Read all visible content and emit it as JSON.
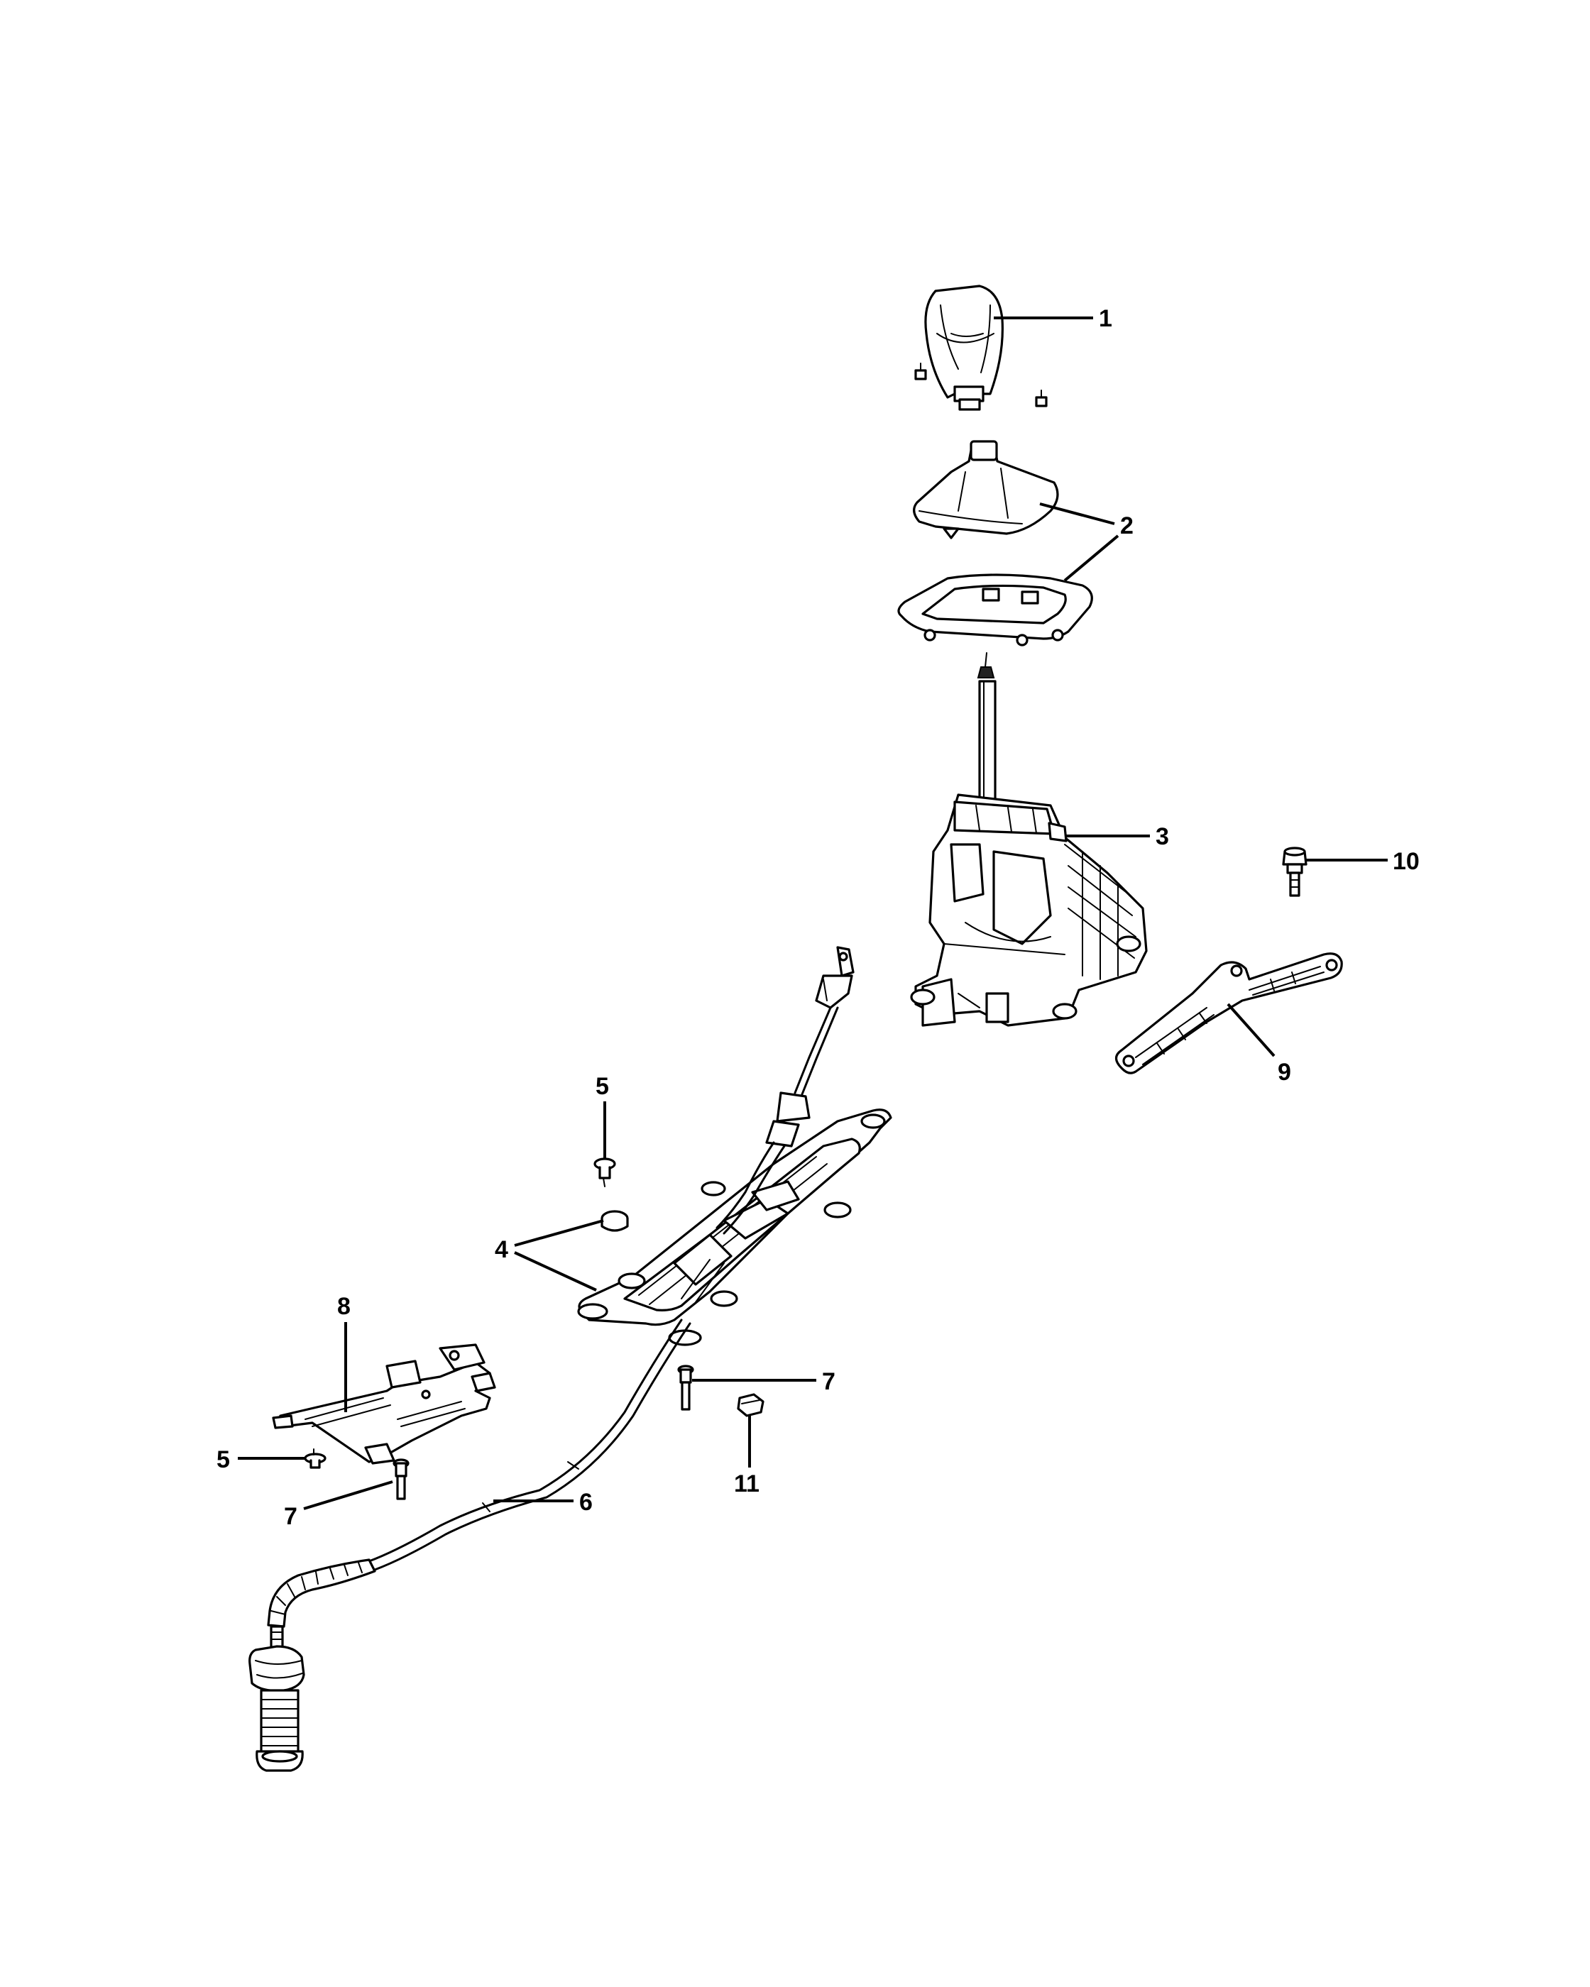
{
  "callouts": {
    "c1": "1",
    "c2": "2",
    "c3": "3",
    "c4": "4",
    "c5a": "5",
    "c5b": "5",
    "c6": "6",
    "c7a": "7",
    "c7b": "7",
    "c8": "8",
    "c9": "9",
    "c10": "10",
    "c11": "11"
  }
}
